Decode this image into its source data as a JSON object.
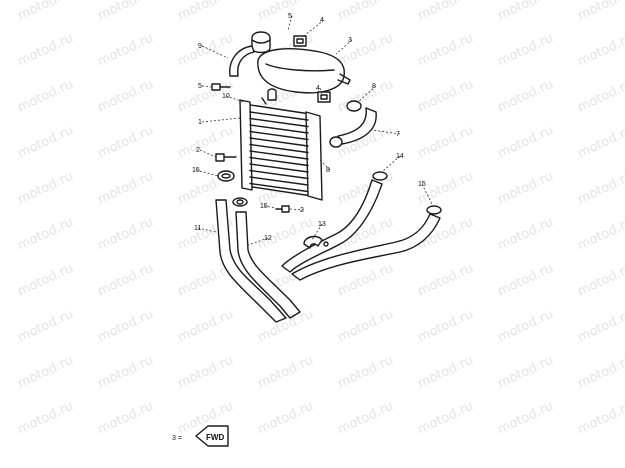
{
  "watermark": {
    "text": "motod.ru"
  },
  "callouts": [
    {
      "id": "c5a",
      "label": "5"
    },
    {
      "id": "c4a",
      "label": "4"
    },
    {
      "id": "c3",
      "label": "3"
    },
    {
      "id": "c9",
      "label": "9"
    },
    {
      "id": "c5b",
      "label": "5"
    },
    {
      "id": "c10",
      "label": "10"
    },
    {
      "id": "c4b",
      "label": "4"
    },
    {
      "id": "c8a",
      "label": "8"
    },
    {
      "id": "c1",
      "label": "1"
    },
    {
      "id": "c7",
      "label": "7"
    },
    {
      "id": "c2a",
      "label": "2"
    },
    {
      "id": "c14",
      "label": "14"
    },
    {
      "id": "c15a",
      "label": "15"
    },
    {
      "id": "c8b",
      "label": "8"
    },
    {
      "id": "c15b",
      "label": "15"
    },
    {
      "id": "c15c",
      "label": "15"
    },
    {
      "id": "c2b",
      "label": "2"
    },
    {
      "id": "c11",
      "label": "11"
    },
    {
      "id": "c13",
      "label": "13"
    },
    {
      "id": "c12",
      "label": "12"
    }
  ],
  "fwd_badge": {
    "prefix": "3 =",
    "label": "FWD"
  }
}
